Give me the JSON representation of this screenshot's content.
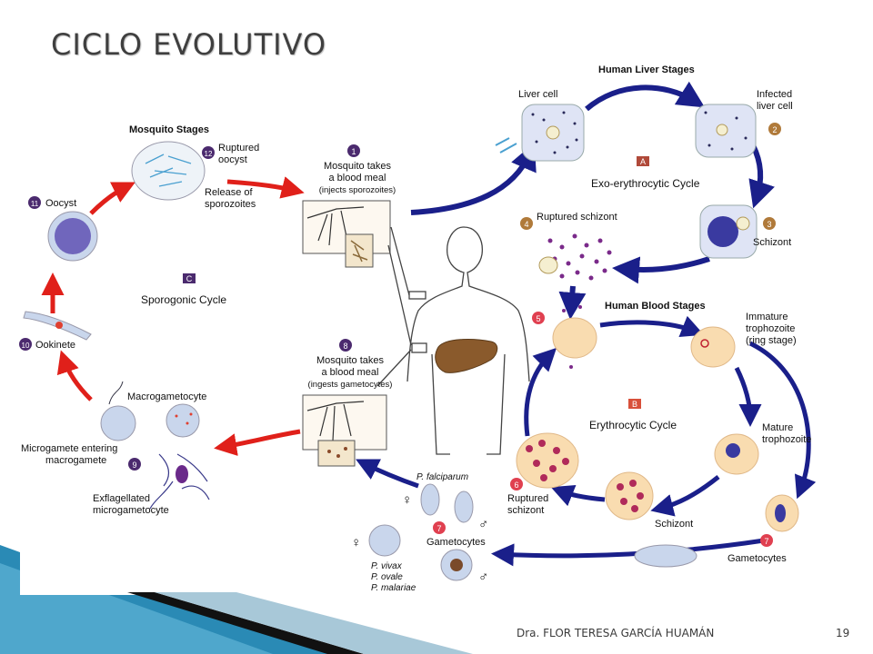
{
  "slide": {
    "title": "CICLO EVOLUTIVO",
    "author": "Dra. FLOR TERESA GARCÍA HUAMÁN",
    "page_number": "19"
  },
  "colors": {
    "blue_arrow": "#1a1f8a",
    "red_arrow": "#e0201a",
    "badge": "#4b2a6e",
    "red_badge": "#e04050",
    "liver": "#8a5a2c",
    "footer_blue": "#2a8ab5",
    "title": "#3f3f3f"
  },
  "diagram": {
    "mosquito_stages_title": "Mosquito Stages",
    "liver_stages_title": "Human Liver Stages",
    "blood_stages_title": "Human Blood Stages",
    "cycle_a": {
      "letter": "A",
      "label": "Exo-erythrocytic Cycle"
    },
    "cycle_b": {
      "letter": "B",
      "label": "Erythrocytic Cycle"
    },
    "cycle_c": {
      "letter": "C",
      "label": "Sporogonic Cycle"
    },
    "steps": {
      "s1": {
        "num": "1",
        "line1": "Mosquito takes",
        "line2": "a blood meal",
        "line3": "(injects sporozoites)"
      },
      "s2": {
        "num": "2",
        "line1": "Infected",
        "line2": "liver cell"
      },
      "liver_cell": "Liver cell",
      "s3": {
        "num": "3",
        "label": "Schizont"
      },
      "s4": {
        "num": "4",
        "label": "Ruptured schizont"
      },
      "s5": {
        "num": "5"
      },
      "immature": {
        "line1": "Immature",
        "line2": "trophozoite",
        "line3": "(ring stage)"
      },
      "mature": {
        "line1": "Mature",
        "line2": "trophozoite"
      },
      "schizont_blood": "Schizont",
      "s6": {
        "num": "6",
        "line1": "Ruptured",
        "line2": "schizont"
      },
      "s7a": {
        "num": "7",
        "label": "Gametocytes"
      },
      "s7b": {
        "num": "7",
        "label": "Gametocytes"
      },
      "falciparum": "P. falciparum",
      "species_list": [
        "P. vivax",
        "P. ovale",
        "P. malariae"
      ],
      "s8": {
        "num": "8",
        "line1": "Mosquito takes",
        "line2": "a blood meal",
        "line3": "(ingests gametocytes)"
      },
      "s9": {
        "num": "9",
        "line1": "Microgamete entering",
        "line2": "macrogamete"
      },
      "macro": "Macrogametocyte",
      "exfl": {
        "line1": "Exflagellated",
        "line2": "microgametocyte"
      },
      "s10": {
        "num": "10",
        "label": "Ookinete"
      },
      "s11": {
        "num": "11",
        "label": "Oocyst"
      },
      "s12": {
        "num": "12",
        "line1": "Ruptured",
        "line2": "oocyst",
        "line3": "Release of",
        "line4": "sporozoites"
      }
    },
    "symbols": {
      "female": "♀",
      "male": "♂"
    }
  }
}
